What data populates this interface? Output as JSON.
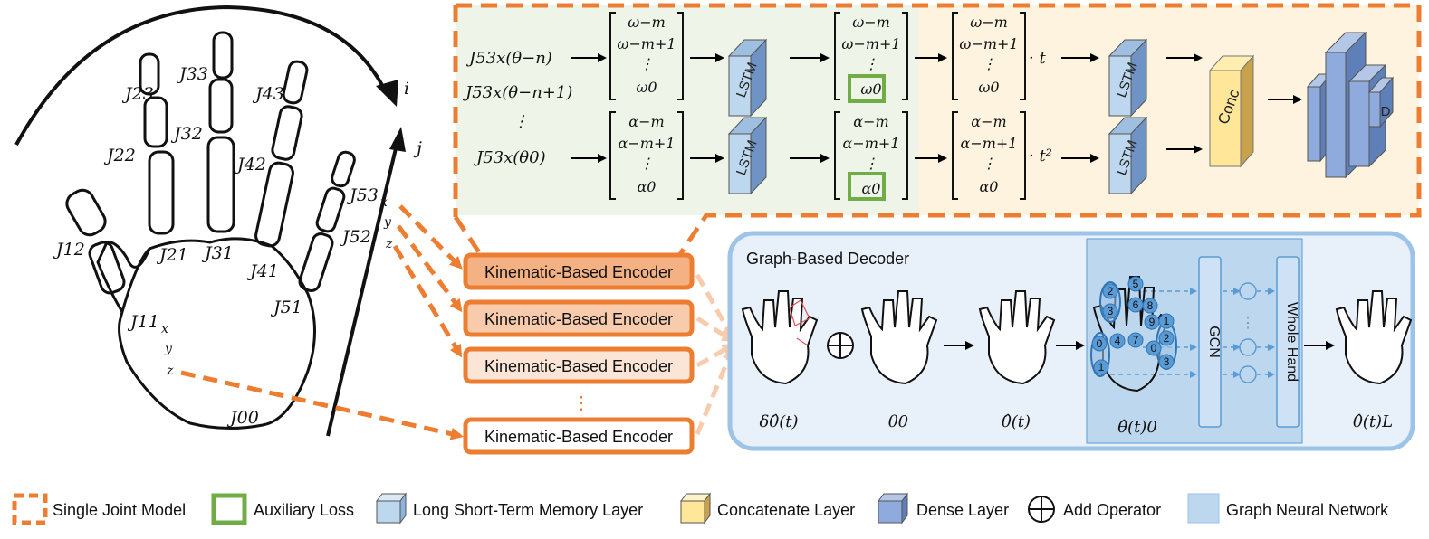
{
  "hand": {
    "joints": {
      "j23": "J23",
      "j33": "J33",
      "j43": "J43",
      "j22": "J22",
      "j32": "J32",
      "j42": "J42",
      "j12": "J12",
      "j21": "J21",
      "j31": "J31",
      "j41": "J41",
      "j52": "J52",
      "j53": "J53",
      "j51": "J51",
      "j11": "J11",
      "j00": "J00"
    },
    "axis_i": "i",
    "axis_j": "j",
    "axis_x": "x",
    "axis_y": "y",
    "axis_z": "z"
  },
  "top_panel": {
    "inputs": [
      "J53x(θ−n)",
      "J53x(θ−n+1)",
      "⋮",
      "J53x(θ0)"
    ],
    "omega_vector": [
      "ω−m",
      "ω−m+1",
      "⋮",
      "ω0"
    ],
    "alpha_vector": [
      "α−m",
      "α−m+1",
      "⋮",
      "α0"
    ],
    "lstm_label": "LSTM",
    "mult_t": "· t",
    "mult_t2": "· t²",
    "conc_label": "Conc",
    "dense_label": "D"
  },
  "encoders": {
    "label": "Kinematic-Based Encoder",
    "dots": "⋮",
    "fills": [
      "#f4b183",
      "#f8cbad",
      "#fbe5d6",
      "#ffffff"
    ]
  },
  "decoder": {
    "title": "Graph-Based Decoder",
    "captions": [
      "δθ̂(t)",
      "θ0",
      "θ̂(t)",
      "θ̂(t)0",
      "θ̂(t)L"
    ],
    "add_symbol": "⊕",
    "gcn_label": "GCN",
    "whole_hand_label": "Whole Hand",
    "node_labels": [
      "2",
      "3",
      "0",
      "1",
      "4",
      "7",
      "5",
      "6",
      "8",
      "9",
      "1",
      "0",
      "2",
      "3"
    ],
    "dots": "⋮"
  },
  "legend": [
    {
      "label": "Single Joint Model",
      "icon": "dashed-orange-square"
    },
    {
      "label": "Auxiliary Loss",
      "icon": "green-square"
    },
    {
      "label": "Long Short-Term Memory Layer",
      "icon": "light-blue-cube"
    },
    {
      "label": "Concatenate Layer",
      "icon": "yellow-cube"
    },
    {
      "label": "Dense Layer",
      "icon": "blue-cube"
    },
    {
      "label": "Add Operator",
      "icon": "circle-plus"
    },
    {
      "label": "Graph Neural Network",
      "icon": "light-blue-square"
    }
  ],
  "colors": {
    "orange": "#ed7d31",
    "green": "#70ad47",
    "lstm_blue": "#bdd7ee",
    "conc_yellow": "#ffe699",
    "dense_blue": "#8faadc",
    "panel_green": "#eef5e8",
    "panel_yellow": "#fdf3df",
    "decoder_bg": "#e8f0fa",
    "decoder_border": "#9dc3e6",
    "gnn_blue": "#bdd7ee"
  }
}
